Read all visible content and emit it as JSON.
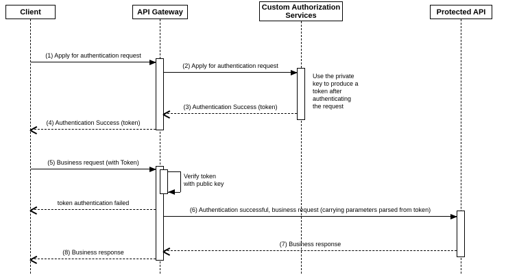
{
  "colors": {
    "line": "#000000",
    "background": "#ffffff"
  },
  "actors": {
    "client": "Client",
    "gateway": "API Gateway",
    "auth": "Custom Authorization\nServices",
    "api": "Protected API"
  },
  "messages": {
    "m1": "(1) Apply for authentication request",
    "m2": "(2) Apply for authentication request",
    "m3": "(3) Authentication Success (token)",
    "m4": "(4) Authentication Success (token)",
    "m5": "(5) Business request (with Token)",
    "fail": "token authentication failed",
    "m6": "(6) Authentication successful, business request (carrying parameters parsed from token)",
    "m7": "(7) Business response",
    "m8": "(8) Business response",
    "self": "Verify token\nwith public key"
  },
  "note": "Use the private\nkey to produce a\ntoken after\nauthenticating\nthe request"
}
